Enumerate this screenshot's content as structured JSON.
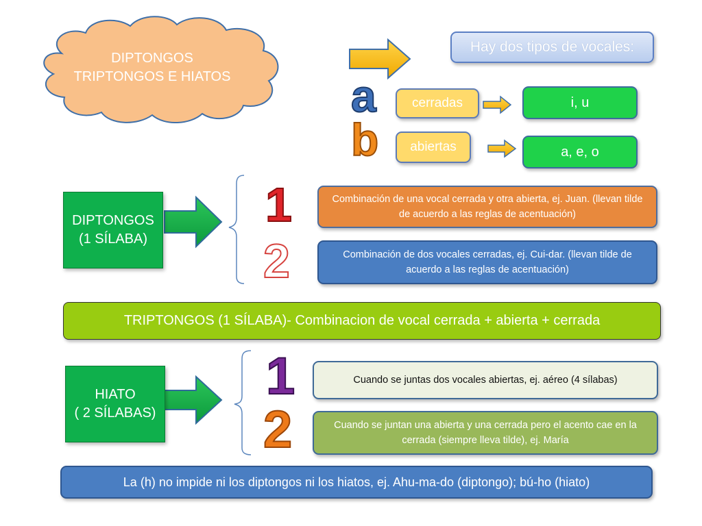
{
  "cloud": {
    "line1": "DIPTONGOS",
    "line2": "TRIPTONGOS E HIATOS"
  },
  "vowels": {
    "title": "Hay dos tipos de vocales:",
    "a_letter": "a",
    "b_letter": "b",
    "closed_label": "cerradas",
    "closed_values": "i, u",
    "open_label": "abiertas",
    "open_values": "a, e, o"
  },
  "diptongos": {
    "label_line1": "DIPTONGOS",
    "label_line2": "(1 SÍLABA)",
    "num1": "1",
    "num2": "2",
    "rule1": "Combinación de una vocal cerrada y otra abierta, ej. Juan. (llevan tilde de acuerdo a las reglas de acentuación)",
    "rule2": "Combinación de dos vocales cerradas, ej. Cui-dar. (llevan tilde de acuerdo a las reglas de acentuación)"
  },
  "triptongos": {
    "text": "TRIPTONGOS (1 SÍLABA)- Combinacion de vocal cerrada + abierta + cerrada"
  },
  "hiato": {
    "label_line1": "HIATO",
    "label_line2": "( 2 SÍLABAS)",
    "num1": "1",
    "num2": "2",
    "rule1": "Cuando se juntas dos vocales abiertas, ej. aéreo (4 sílabas)",
    "rule2": "Cuando se juntan una abierta y una cerrada pero el acento cae en la cerrada (siempre lleva tilde), ej. María"
  },
  "footer": {
    "text": "La (h) no impide ni los diptongos ni los hiatos, ej. Ahu-ma-do (diptongo); bú-ho (hiato)"
  },
  "colors": {
    "cloud_fill": "#f9c089",
    "arrow_yellow": "#f5b800",
    "green": "#1fd24a",
    "dark_green": "#0fb04c",
    "orange": "#e8893d",
    "blue": "#4a7ec2",
    "lime": "#99cc11",
    "olive": "#99b85a"
  }
}
